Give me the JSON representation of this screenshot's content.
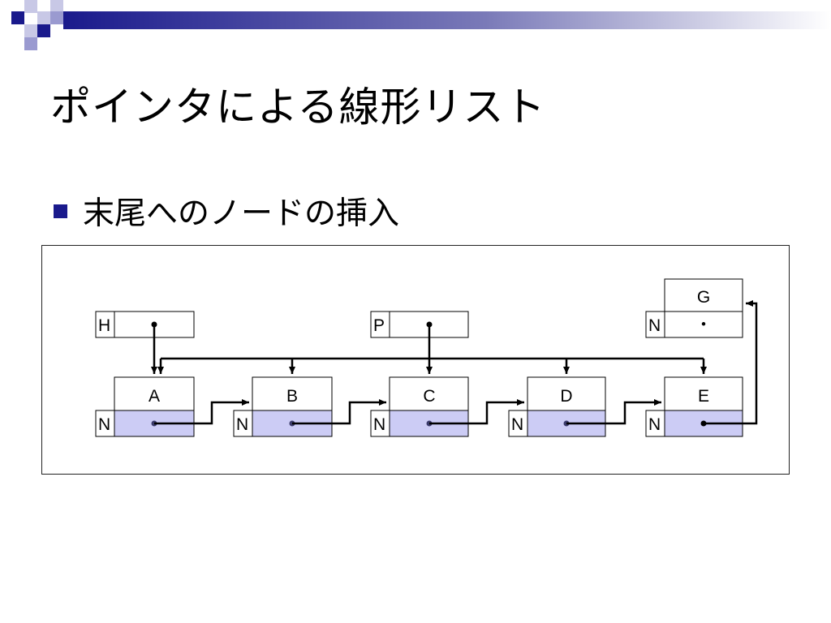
{
  "slide": {
    "title": "ポインタによる線形リスト",
    "bullet": "末尾へのノードの挿入"
  },
  "theme": {
    "accent": "#1a1a8c",
    "deco_light": "#c8c8e6",
    "node_fill": "#ccccf5"
  },
  "diagram": {
    "pointer_vars": [
      {
        "name": "H",
        "target": "A"
      },
      {
        "name": "P",
        "target": "C"
      }
    ],
    "nodes": [
      {
        "data": "A",
        "next_label": "N"
      },
      {
        "data": "B",
        "next_label": "N"
      },
      {
        "data": "C",
        "next_label": "N"
      },
      {
        "data": "D",
        "next_label": "N"
      },
      {
        "data": "E",
        "next_label": "N"
      }
    ],
    "new_node": {
      "data": "G",
      "next_label": "N",
      "next_value": "・"
    }
  }
}
